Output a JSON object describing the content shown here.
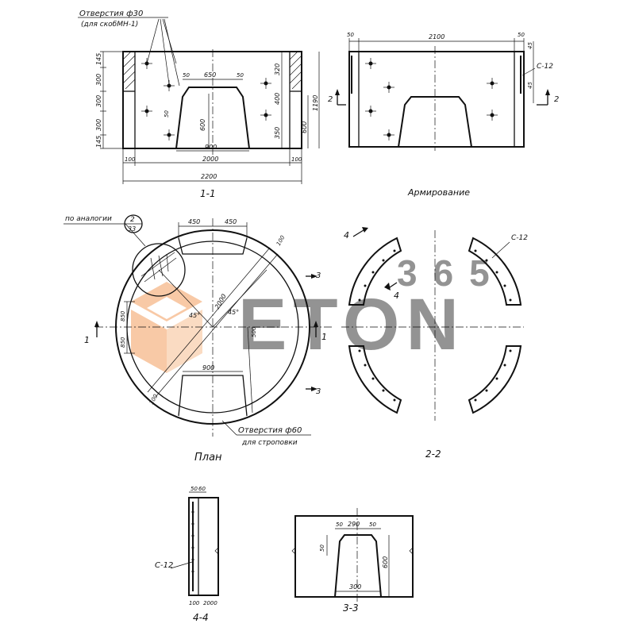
{
  "section_1_1": {
    "callout_top": "Отверстия ф30",
    "callout_sub": "(для скобМН-1)",
    "dims": {
      "d145a": "145",
      "d300a": "300",
      "d300b": "300",
      "d300c": "300",
      "d145b": "145",
      "d50a": "50",
      "d650": "650",
      "d50b": "50",
      "d50c": "50",
      "d600": "600",
      "d900": "900",
      "d320": "320",
      "d400": "400",
      "d350": "350",
      "d600b": "600",
      "d1190": "1190",
      "d100a": "100",
      "d2000": "2000",
      "d100b": "100",
      "d2200": "2200"
    },
    "caption": "1-1"
  },
  "reinforcement": {
    "dims": {
      "d50a": "50",
      "d2100": "2100",
      "d50b": "50",
      "d45a": "45",
      "d45b": "45"
    },
    "label_c12": "С-12",
    "cut_mark": "2",
    "caption": "Армирование"
  },
  "plan": {
    "analogy": "по аналогии",
    "ref_top": "2",
    "ref_bottom": "33",
    "dims": {
      "d450a": "450",
      "d450b": "450",
      "d100a": "100",
      "d2000": "2000",
      "d850a": "850",
      "d850b": "850",
      "d500": "500",
      "d900": "900",
      "d100b": "100"
    },
    "angle_a": "45°",
    "angle_b": "45°",
    "cut_1": "1",
    "cut_3": "3",
    "holes_label": "Отверстия ф60",
    "holes_sub": "для строповки",
    "caption": "План"
  },
  "section_2_2": {
    "label_c12": "С-12",
    "cut_4": "4",
    "caption": "2-2"
  },
  "section_4_4": {
    "dims": {
      "d50": "50",
      "d60": "60",
      "d100": "100",
      "d2000": "2000"
    },
    "label_c12": "С-12",
    "caption": "4-4"
  },
  "section_3_3": {
    "dims": {
      "d50a": "50",
      "d290": "290",
      "d50b": "50",
      "d50c": "50",
      "d600": "600",
      "d300": "300"
    },
    "caption": "3-3"
  },
  "watermark": {
    "digits": "365",
    "word": "ETON",
    "colors": {
      "orange": "#f08a3c",
      "grey": "#b8b8b8"
    }
  }
}
